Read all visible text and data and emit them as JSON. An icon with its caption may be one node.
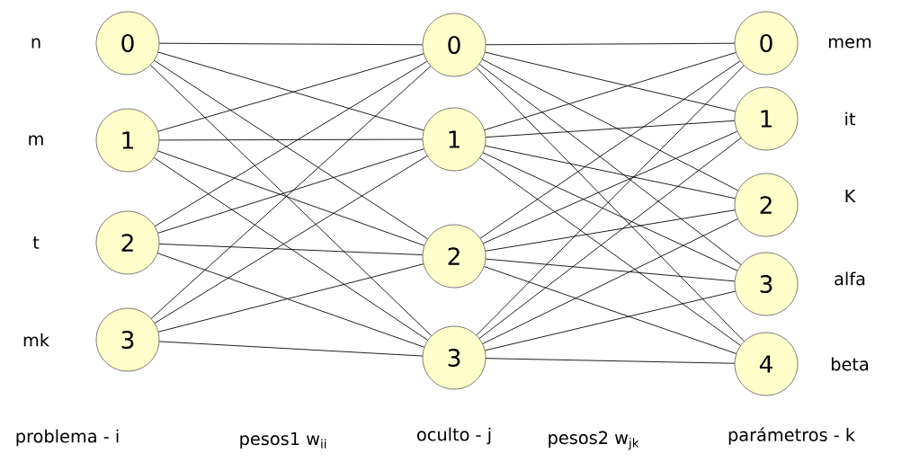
{
  "diagram": {
    "nodes": [
      {
        "text": [
          "0"
        ],
        "beside": [
          "n"
        ]
      },
      {
        "text": [
          "1"
        ],
        "beside": [
          "m"
        ]
      },
      {
        "text": [
          "2"
        ],
        "beside": [
          "t"
        ]
      },
      {
        "text": [
          "3"
        ],
        "beside": [
          "mk"
        ]
      },
      {
        "text": [
          "0"
        ]
      },
      {
        "text": [
          "1"
        ]
      },
      {
        "text": [
          "2"
        ]
      },
      {
        "text": [
          "3"
        ]
      },
      {
        "text": [
          "0"
        ],
        "beside": [
          "mem"
        ]
      },
      {
        "text": [
          "1"
        ],
        "beside": [
          "it"
        ]
      },
      {
        "text": [
          "2"
        ],
        "beside": [
          "K"
        ]
      },
      {
        "text": [
          "3"
        ],
        "beside": [
          "alfa"
        ]
      },
      {
        "text": [
          "4"
        ],
        "beside": [
          "beta"
        ]
      }
    ],
    "edges": [
      {
        "from": 0,
        "to": 4,
        "arrow": "none"
      },
      {
        "from": 0,
        "to": 5,
        "arrow": "none"
      },
      {
        "from": 0,
        "to": 6,
        "arrow": "none"
      },
      {
        "from": 0,
        "to": 7,
        "arrow": "none"
      },
      {
        "from": 1,
        "to": 4,
        "arrow": "none"
      },
      {
        "from": 1,
        "to": 5,
        "arrow": "none"
      },
      {
        "from": 1,
        "to": 6,
        "arrow": "none"
      },
      {
        "from": 1,
        "to": 7,
        "arrow": "none"
      },
      {
        "from": 2,
        "to": 4,
        "arrow": "none"
      },
      {
        "from": 2,
        "to": 5,
        "arrow": "none"
      },
      {
        "from": 2,
        "to": 6,
        "arrow": "none"
      },
      {
        "from": 2,
        "to": 7,
        "arrow": "none"
      },
      {
        "from": 3,
        "to": 4,
        "arrow": "none"
      },
      {
        "from": 3,
        "to": 5,
        "arrow": "none"
      },
      {
        "from": 3,
        "to": 6,
        "arrow": "none"
      },
      {
        "from": 3,
        "to": 7,
        "arrow": "none"
      },
      {
        "from": 4,
        "to": 8,
        "arrow": "none"
      },
      {
        "from": 4,
        "to": 9,
        "arrow": "none"
      },
      {
        "from": 4,
        "to": 10,
        "arrow": "none"
      },
      {
        "from": 4,
        "to": 11,
        "arrow": "none"
      },
      {
        "from": 4,
        "to": 12,
        "arrow": "none"
      },
      {
        "from": 5,
        "to": 8,
        "arrow": "none"
      },
      {
        "from": 5,
        "to": 9,
        "arrow": "none"
      },
      {
        "from": 5,
        "to": 10,
        "arrow": "none"
      },
      {
        "from": 5,
        "to": 11,
        "arrow": "none"
      },
      {
        "from": 5,
        "to": 12,
        "arrow": "none"
      },
      {
        "from": 6,
        "to": 8,
        "arrow": "none"
      },
      {
        "from": 6,
        "to": 9,
        "arrow": "none"
      },
      {
        "from": 6,
        "to": 10,
        "arrow": "none"
      },
      {
        "from": 6,
        "to": 11,
        "arrow": "none"
      },
      {
        "from": 6,
        "to": 12,
        "arrow": "none"
      },
      {
        "from": 7,
        "to": 8,
        "arrow": "none"
      },
      {
        "from": 7,
        "to": 9,
        "arrow": "none"
      },
      {
        "from": 7,
        "to": 10,
        "arrow": "none"
      },
      {
        "from": 7,
        "to": 11,
        "arrow": "none"
      },
      {
        "from": 7,
        "to": 12,
        "arrow": "none"
      }
    ],
    "labels": [
      "problema - i",
      "pesos1 w$_{ii}$",
      "oculto - j",
      "pesos2 w$_{jk}$",
      "parámetros - k"
    ]
  }
}
